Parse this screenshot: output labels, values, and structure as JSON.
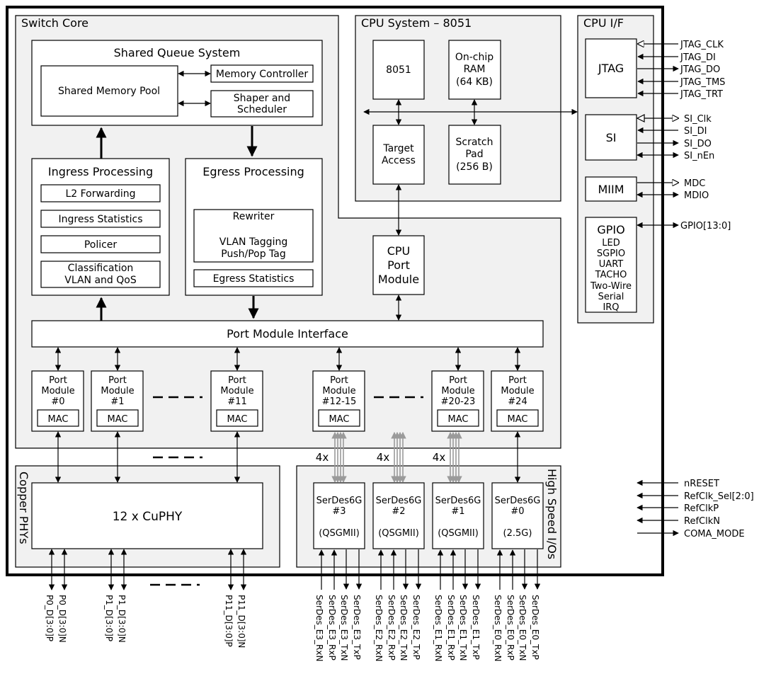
{
  "blocks": {
    "switch_core": "Switch Core",
    "shared_queue": "Shared Queue System",
    "shared_memory": "Shared Memory Pool",
    "memory_controller": "Memory Controller",
    "shaper_1": "Shaper and",
    "shaper_2": "Scheduler",
    "ingress": "Ingress Processing",
    "l2_fwd": "L2 Forwarding",
    "ingress_stats": "Ingress Statistics",
    "policer": "Policer",
    "classification_1": "Classification",
    "classification_2": "VLAN and QoS",
    "egress": "Egress Processing",
    "rewriter": "Rewriter",
    "vlan_tagging": "VLAN Tagging",
    "push_pop": "Push/Pop Tag",
    "egress_stats": "Egress Statistics",
    "cpu_port_1": "CPU",
    "cpu_port_2": "Port",
    "cpu_port_3": "Module",
    "port_module_interface": "Port Module Interface",
    "cpu_system": "CPU System – 8051",
    "cpu_8051": "8051",
    "onchip_1": "On-chip",
    "onchip_2": "RAM",
    "onchip_3": "(64 KB)",
    "target_1": "Target",
    "target_2": "Access",
    "scratch_1": "Scratch",
    "scratch_2": "Pad",
    "scratch_3": "(256 B)",
    "cpu_if": "CPU I/F",
    "jtag": "JTAG",
    "si": "SI",
    "miim": "MIIM",
    "gpio": "GPIO",
    "gpio_items": [
      "LED",
      "SGPIO",
      "UART",
      "TACHO",
      "Two-Wire",
      "Serial",
      "IRQ"
    ],
    "copper_phys": "Copper PHYs",
    "cuphy": "12 x CuPHY",
    "high_speed": "High Speed I/Os"
  },
  "port_modules": [
    {
      "line1": "Port",
      "line2": "Module",
      "line3": "#0",
      "mac": "MAC"
    },
    {
      "line1": "Port",
      "line2": "Module",
      "line3": "#1",
      "mac": "MAC"
    },
    {
      "line1": "Port",
      "line2": "Module",
      "line3": "#11",
      "mac": "MAC"
    },
    {
      "line1": "Port",
      "line2": "Module",
      "line3": "#12-15",
      "mac": "MAC"
    },
    {
      "line1": "Port",
      "line2": "Module",
      "line3": "#20-23",
      "mac": "MAC"
    },
    {
      "line1": "Port",
      "line2": "Module",
      "line3": "#24",
      "mac": "MAC"
    }
  ],
  "serdes": [
    {
      "name": "SerDes6G",
      "num": "#3",
      "mode": "(QSGMII)"
    },
    {
      "name": "SerDes6G",
      "num": "#2",
      "mode": "(QSGMII)"
    },
    {
      "name": "SerDes6G",
      "num": "#1",
      "mode": "(QSGMII)"
    },
    {
      "name": "SerDes6G",
      "num": "#0",
      "mode": "(2.5G)"
    }
  ],
  "lane_labels": [
    "4x",
    "4x",
    "4x"
  ],
  "signals": {
    "jtag": [
      "JTAG_CLK",
      "JTAG_DI",
      "JTAG_DO",
      "JTAG_TMS",
      "JTAG_TRT"
    ],
    "si": [
      "SI_Clk",
      "SI_DI",
      "SI_DO",
      "SI_nEn"
    ],
    "miim": [
      "MDC",
      "MDIO"
    ],
    "gpio": "GPIO[13:0]",
    "misc": [
      "nRESET",
      "RefClk_Sel[2:0]",
      "RefClkP",
      "RefClkN",
      "COMA_MODE"
    ]
  },
  "phy_pins": [
    "P0_D[3:0]P",
    "P0_D[3:0]N",
    "P1_D[3:0]P",
    "P1_D[3:0]N",
    "P11_D[3:0]P",
    "P11_D[3:0]N"
  ],
  "serdes_pins": [
    "SerDes_E3_RxN",
    "SerDes_E3_RxP",
    "SerDes_E3_TxN",
    "SerDes_E3_TxP",
    "SerDes_E2_RxN",
    "SerDes_E2_RxP",
    "SerDes_E2_TxN",
    "SerDes_E2_TxP",
    "SerDes_E1_RxN",
    "SerDes_E1_RxP",
    "SerDes_E1_TxN",
    "SerDes_E1_TxP",
    "SerDes_E0_RxN",
    "SerDes_E0_RxP",
    "SerDes_E0_TxN",
    "SerDes_E0_TxP"
  ]
}
